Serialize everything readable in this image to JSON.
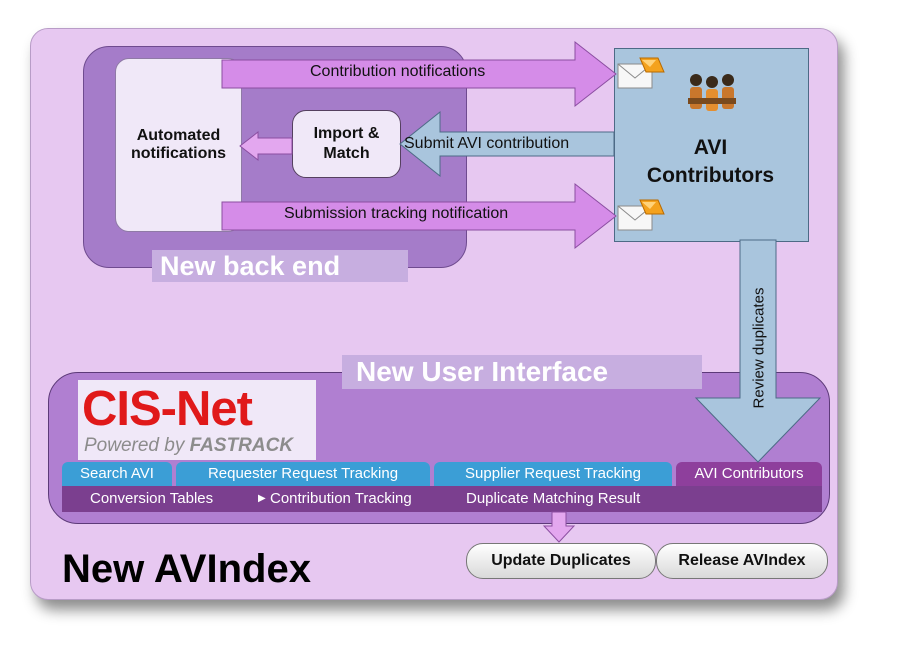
{
  "title": "New AVIndex",
  "backend": {
    "label": "New back end",
    "automated_notifications": "Automated notifications",
    "import_match": "Import & Match"
  },
  "contributors": {
    "title": "AVI Contributors"
  },
  "arrows": {
    "contribution_notifications": "Contribution notifications",
    "submit_avi_contribution": "Submit AVI contribution",
    "submission_tracking": "Submission tracking notification",
    "review_duplicates": "Review duplicates"
  },
  "ui": {
    "label": "New User Interface",
    "logo_main": "CIS-Net",
    "logo_sub_prefix": "Powered by ",
    "logo_sub_brand": "FASTRACK",
    "tabs": [
      {
        "label": "Search AVI"
      },
      {
        "label": "Requester Request Tracking"
      },
      {
        "label": "Supplier Request Tracking"
      },
      {
        "label": "AVI Contributors"
      }
    ],
    "subtabs": [
      {
        "label": "Conversion Tables"
      },
      {
        "label": "Contribution Tracking"
      },
      {
        "label": "Duplicate Matching Result"
      }
    ]
  },
  "buttons": {
    "update_duplicates": "Update Duplicates",
    "release_avindex": "Release AVIndex"
  },
  "icons": [
    "envelope-icon",
    "people-group-icon"
  ],
  "colors": {
    "outer_bg": "#e7c8f1",
    "backend_bg": "#a57cc9",
    "contributors_bg": "#a9c5dd",
    "arrow_purple": "#d58ce8",
    "arrow_blue": "#a9c5dd",
    "logo_red": "#e0191a",
    "tab_blue": "#3b9ed6",
    "tab_purple": "#8e3f9c"
  }
}
